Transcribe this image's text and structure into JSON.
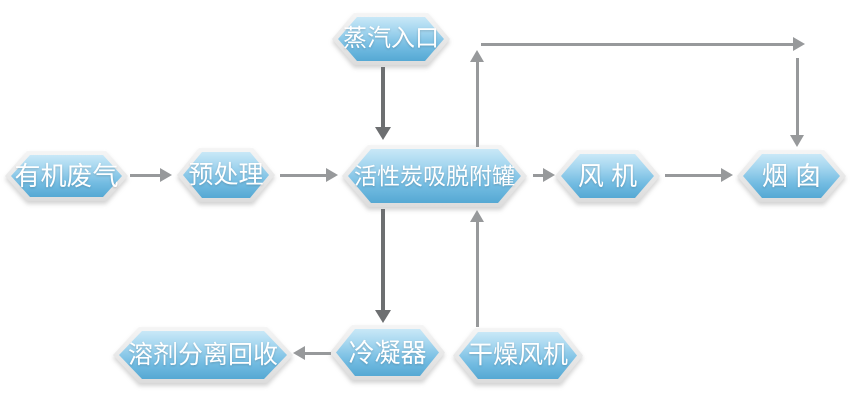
{
  "diagram": {
    "nodes": [
      {
        "id": "steam-inlet",
        "label": "蒸汽入口"
      },
      {
        "id": "organic-waste-gas",
        "label": "有机废气"
      },
      {
        "id": "pretreatment",
        "label": "预处理"
      },
      {
        "id": "carbon-adsorption-tank",
        "label": "活性炭吸脱附罐"
      },
      {
        "id": "fan",
        "label": "风 机"
      },
      {
        "id": "chimney",
        "label": "烟 囱"
      },
      {
        "id": "solvent-separation-recovery",
        "label": "溶剂分离回收"
      },
      {
        "id": "condenser",
        "label": "冷凝器"
      },
      {
        "id": "drying-fan",
        "label": "干燥风机"
      }
    ],
    "edges": [
      {
        "from": "organic-waste-gas",
        "to": "pretreatment"
      },
      {
        "from": "pretreatment",
        "to": "carbon-adsorption-tank"
      },
      {
        "from": "steam-inlet",
        "to": "carbon-adsorption-tank"
      },
      {
        "from": "carbon-adsorption-tank",
        "to": "fan"
      },
      {
        "from": "fan",
        "to": "chimney"
      },
      {
        "from": "carbon-adsorption-tank",
        "to": "chimney",
        "via": "top-bypass"
      },
      {
        "from": "carbon-adsorption-tank",
        "to": "condenser"
      },
      {
        "from": "condenser",
        "to": "solvent-separation-recovery"
      },
      {
        "from": "drying-fan",
        "to": "carbon-adsorption-tank"
      }
    ],
    "colors": {
      "node_gradient_top": "#c9e8f7",
      "node_gradient_bottom": "#55a8d3",
      "node_border": "#e6e6e6",
      "label": "#ffffff",
      "arrow": "#97999b",
      "arrow_dark": "#6d6f71",
      "background": "#ffffff"
    }
  }
}
